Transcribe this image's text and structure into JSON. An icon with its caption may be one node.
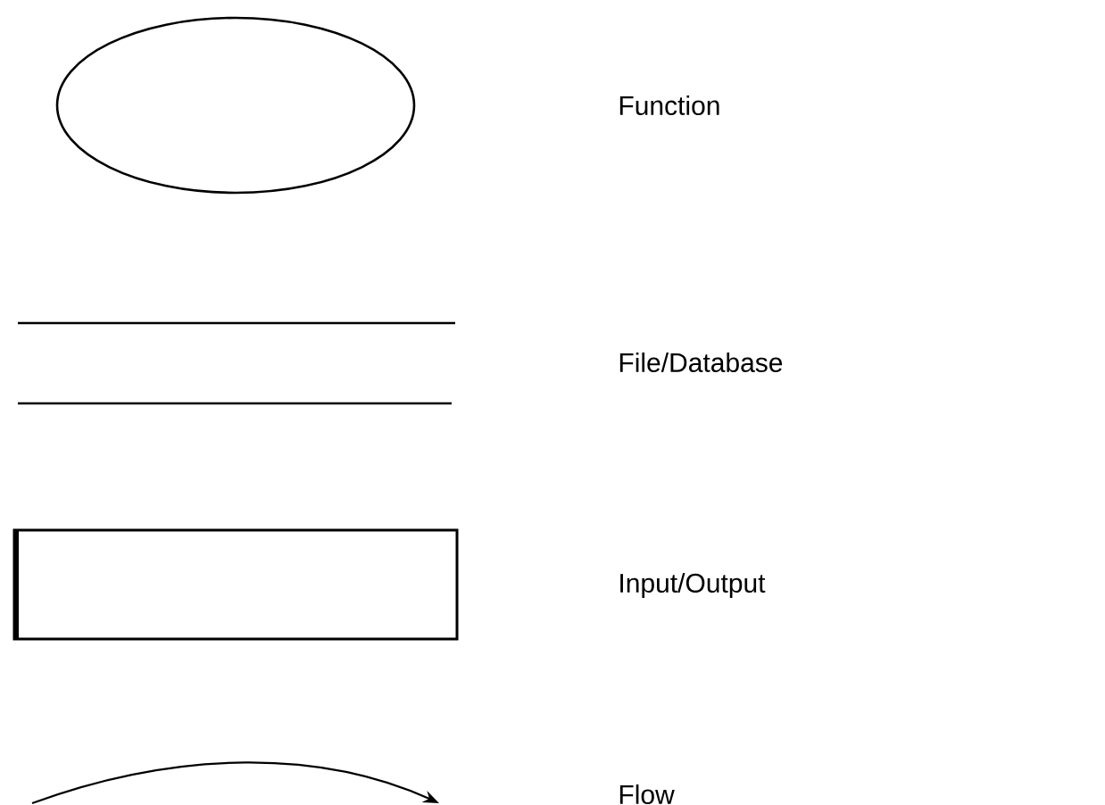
{
  "diagram": {
    "legend": [
      {
        "text": "Function"
      },
      {
        "text": "File/Database"
      },
      {
        "text": "Input/Output"
      },
      {
        "text": "Flow"
      }
    ]
  }
}
